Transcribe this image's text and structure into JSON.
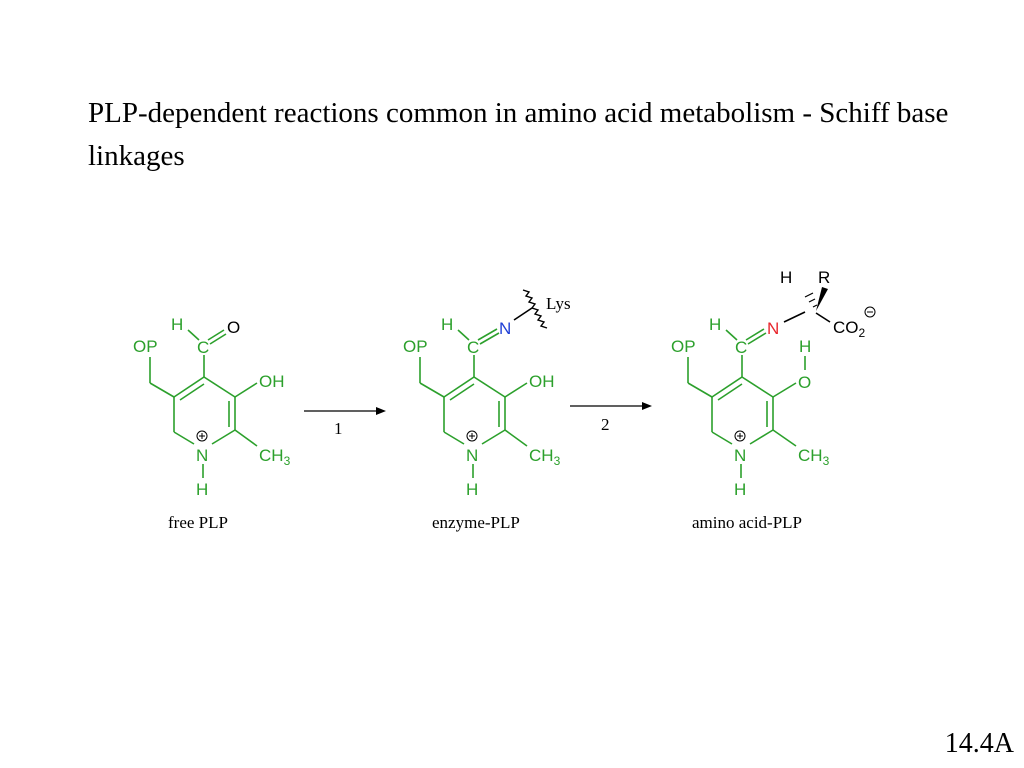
{
  "title": "PLP-dependent reactions common in amino acid metabolism - Schiff base linkages",
  "slide_number": "14.4A",
  "atoms": {
    "OP": "OP",
    "H": "H",
    "C": "C",
    "O": "O",
    "OH": "OH",
    "N": "N",
    "CH": "CH",
    "three": "3",
    "two": "2",
    "Lys": "Lys",
    "R": "R",
    "CO": "CO"
  },
  "arrows": {
    "step1": "1",
    "step2": "2"
  },
  "captions": {
    "free": "free PLP",
    "enzyme": "enzyme-PLP",
    "amino": "amino acid-PLP"
  },
  "colors": {
    "ring": "#2ca02c",
    "oxygen": "#e8262d",
    "nitrogen": "#1f3fd6",
    "text": "#000000"
  }
}
